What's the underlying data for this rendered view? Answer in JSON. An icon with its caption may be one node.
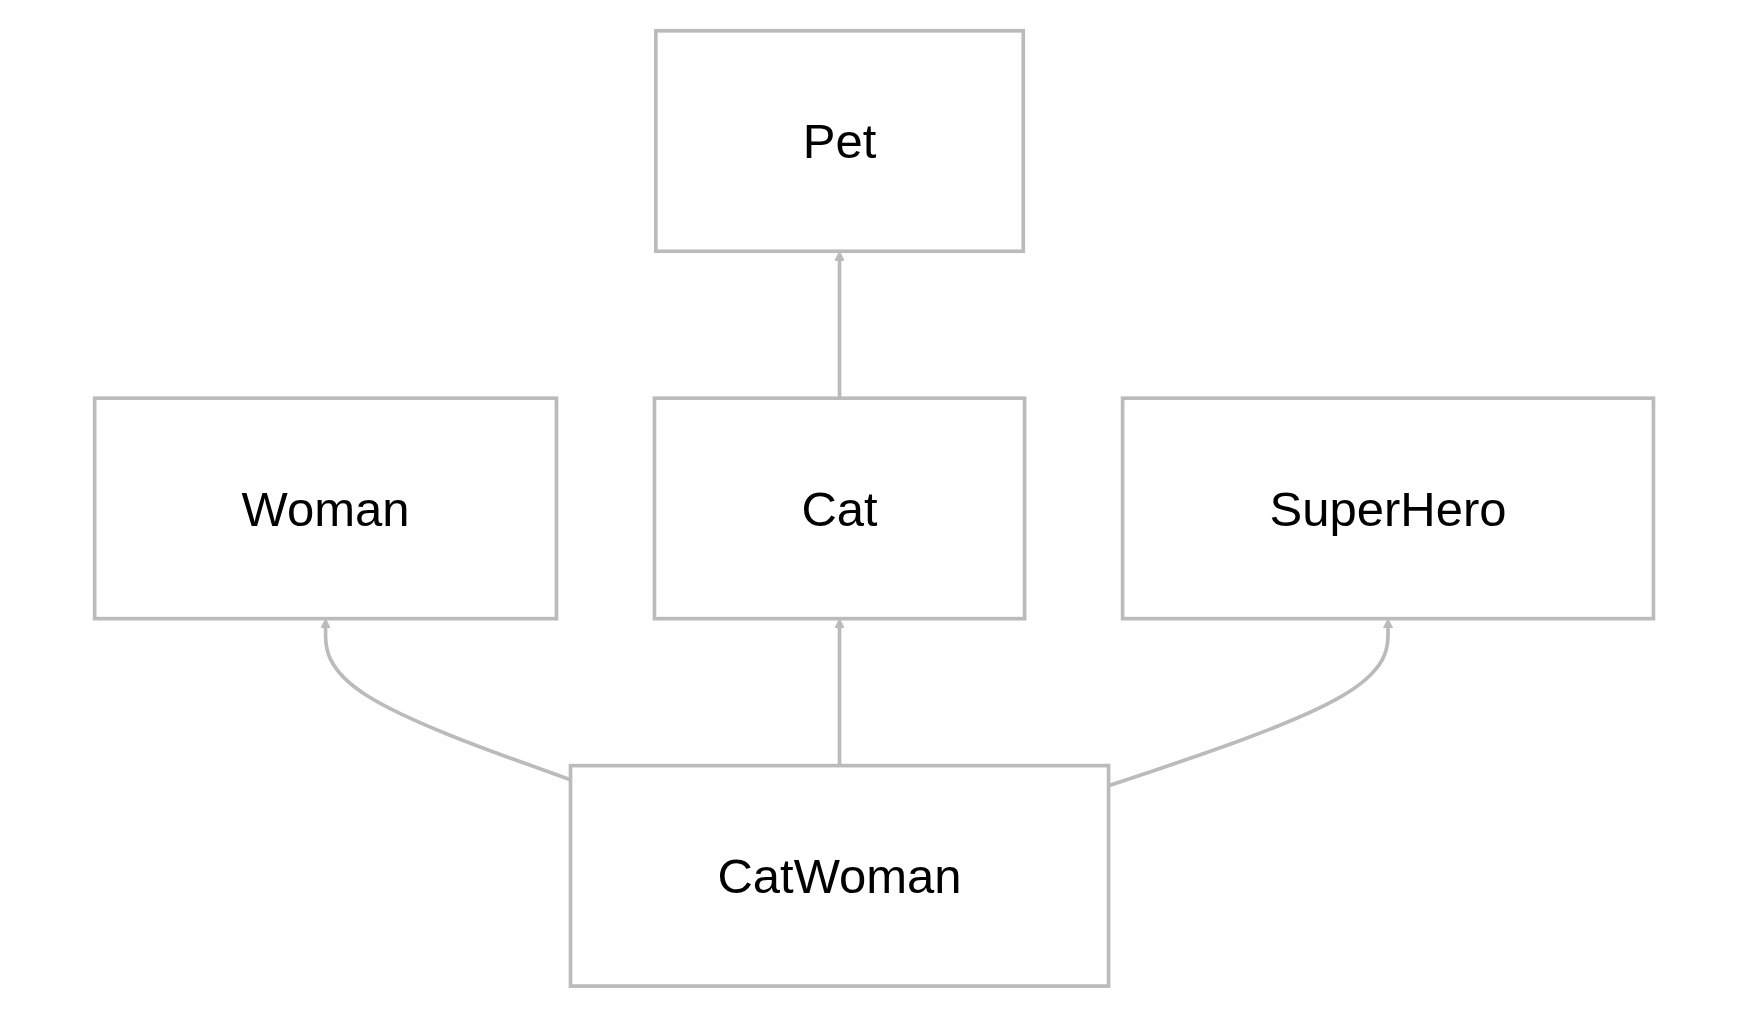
{
  "diagram": {
    "nodes": [
      {
        "text": [
          "Pet"
        ]
      },
      {
        "text": [
          "Woman"
        ]
      },
      {
        "text": [
          "Cat"
        ]
      },
      {
        "text": [
          "SuperHero"
        ]
      },
      {
        "text": [
          "CatWoman"
        ]
      }
    ],
    "edges": [
      {
        "from": 2,
        "to": 0,
        "arrow": "to"
      },
      {
        "from": 4,
        "to": 1,
        "arrow": "to"
      },
      {
        "from": 4,
        "to": 2,
        "arrow": "to"
      },
      {
        "from": 4,
        "to": 3,
        "arrow": "to"
      }
    ]
  }
}
